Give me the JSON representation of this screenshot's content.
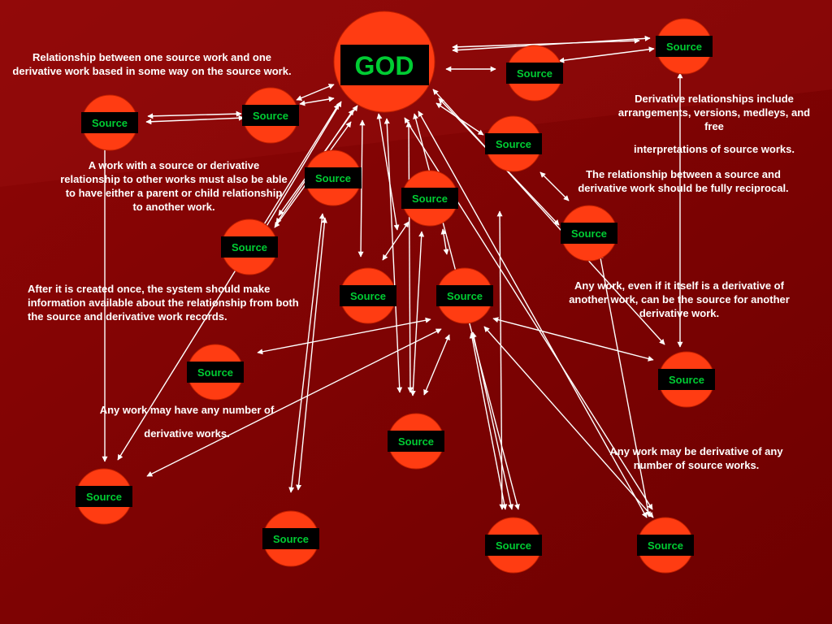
{
  "colors": {
    "background": "#7a0000",
    "background_light": "#8e0a0a",
    "node_fill": "#ff3c12",
    "label_box": "#000000",
    "label_text": "#00cc33",
    "arrow": "#ffffff",
    "text": "#ffffff"
  },
  "god": {
    "label": "GOD"
  },
  "nodes": [
    {
      "id": "n1",
      "label": "Source"
    },
    {
      "id": "n2",
      "label": "Source"
    },
    {
      "id": "n3",
      "label": "Source"
    },
    {
      "id": "n4",
      "label": "Source"
    },
    {
      "id": "n5",
      "label": "Source"
    },
    {
      "id": "n6",
      "label": "Source"
    },
    {
      "id": "n7",
      "label": "Source"
    },
    {
      "id": "n8",
      "label": "Source"
    },
    {
      "id": "n9",
      "label": "Source"
    },
    {
      "id": "n10",
      "label": "Source"
    },
    {
      "id": "n11",
      "label": "Source"
    },
    {
      "id": "n12",
      "label": "Source"
    },
    {
      "id": "n13",
      "label": "Source"
    },
    {
      "id": "n14",
      "label": "Source"
    },
    {
      "id": "n15",
      "label": "Source"
    },
    {
      "id": "n16",
      "label": "Source"
    },
    {
      "id": "n17",
      "label": "Source"
    },
    {
      "id": "n18",
      "label": "Source"
    },
    {
      "id": "n19",
      "label": "Source"
    }
  ],
  "notes": {
    "relationship": "Relationship between one source work and one derivative work based in some way on the source work.",
    "parent_child": "A work with a source or derivative relationship to other works must also be able to have either a parent or child relationship to another work.",
    "after_created": "After it is created once, the system should make information available about the relationship from both the source and derivative work records.",
    "any_number_derivative_1": "Any work may have any number of",
    "any_number_derivative_2": "derivative works.",
    "derivative_includes": "Derivative relationships include arrangements, versions, medleys, and free",
    "interpretations": "interpretations of source works.",
    "reciprocal": "The relationship between a source and derivative work should be fully reciprocal.",
    "any_work_source": "Any work, even if it itself is a derivative of another work, can be the source for another derivative work.",
    "any_number_source": "Any work may be derivative of any number of source works."
  }
}
